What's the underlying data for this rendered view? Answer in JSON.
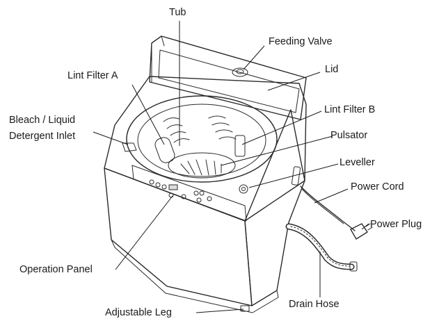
{
  "labels": {
    "tub": "Tub",
    "feeding_valve": "Feeding Valve",
    "lint_filter_a": "Lint Filter A",
    "lid": "Lid",
    "bleach_line1": "Bleach / Liquid",
    "bleach_line2": "Detergent Inlet",
    "lint_filter_b": "Lint Filter B",
    "pulsator": "Pulsator",
    "leveller": "Leveller",
    "power_cord": "Power Cord",
    "power_plug": "Power Plug",
    "operation_panel": "Operation Panel",
    "adjustable_leg": "Adjustable Leg",
    "drain_hose": "Drain Hose"
  },
  "colors": {
    "ink": "#2a2a2a",
    "fill_light": "#f4f4f4",
    "fill_mid": "#dcdcdc",
    "fill_dark": "#8a8a8a"
  }
}
